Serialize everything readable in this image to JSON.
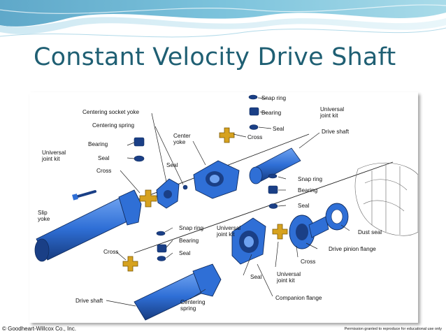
{
  "slide": {
    "title": "Constant Velocity Drive Shaft",
    "footer_left": "© Goodheart-Willcox Co., Inc.",
    "footer_right": "Permission granted to reproduce for educational use only"
  },
  "diagram": {
    "labels": {
      "snap_ring_top": "Snap ring",
      "bearing_top": "Bearing",
      "seal_top": "Seal",
      "universal_joint_kit_top_right": "Universal\njoint kit",
      "cross_top": "Cross",
      "drive_shaft_top": "Drive shaft",
      "centering_socket_yoke": "Centering socket yoke",
      "centering_spring_top": "Centering spring",
      "center_yoke": "Center\nyoke",
      "universal_joint_kit_left": "Universal\njoint kit",
      "bearing_left": "Bearing",
      "seal_left": "Seal",
      "cross_left": "Cross",
      "seal_center": "Seal",
      "slip_yoke": "Slip\nyoke",
      "snap_ring_right": "Snap ring",
      "bearing_right": "Bearing",
      "seal_right": "Seal",
      "dust_seal": "Dust seal",
      "drive_pinion_flange": "Drive pinion flange",
      "snap_ring_lower": "Snap ring",
      "bearing_lower": "Bearing",
      "seal_lower": "Seal",
      "universal_joint_kit_lower": "Universal\njoint kit",
      "cross_lower_left": "Cross",
      "cross_lower_right": "Cross",
      "seal_lower_center": "Seal",
      "universal_joint_kit_bottom": "Universal\njoint kit",
      "companion_flange": "Companion flange",
      "drive_shaft_bottom": "Drive shaft",
      "centering_spring_bottom": "Centering\nspring"
    },
    "colors": {
      "part_blue": "#2f6fd6",
      "part_blue_dark": "#1a3f86",
      "cross_gold": "#d6a21f",
      "line": "#222222"
    }
  }
}
